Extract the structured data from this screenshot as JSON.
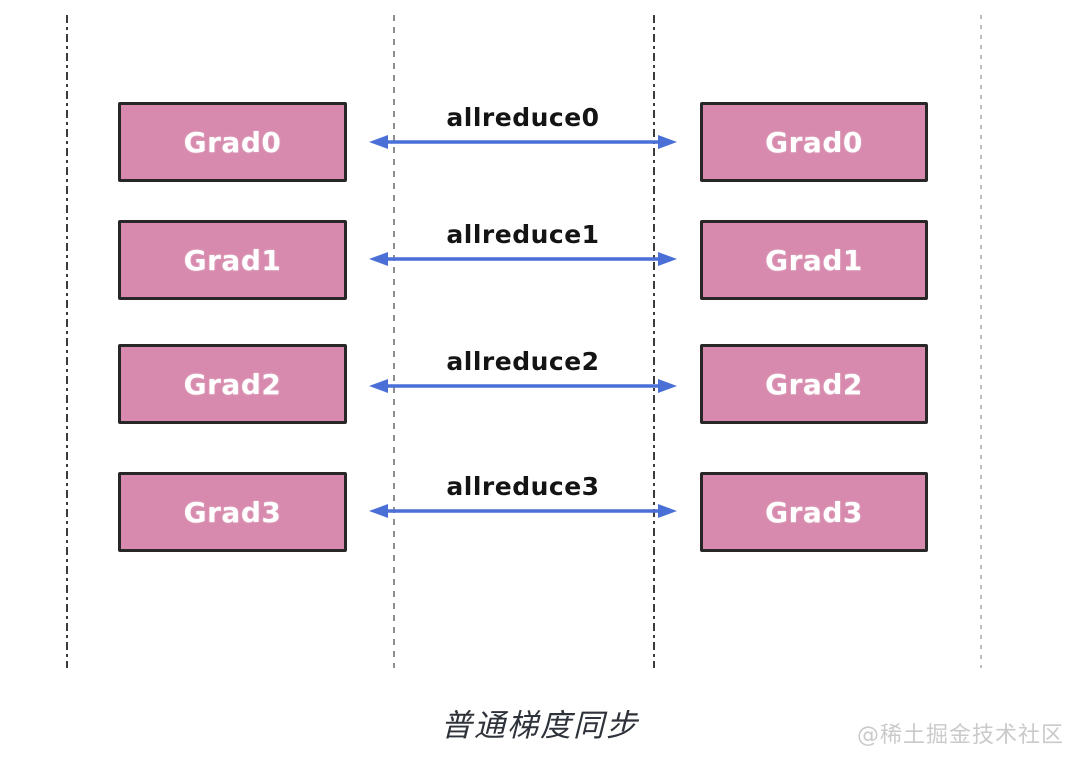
{
  "rows": [
    {
      "left": "Grad0",
      "right": "Grad0",
      "arrow": "allreduce0"
    },
    {
      "left": "Grad1",
      "right": "Grad1",
      "arrow": "allreduce1"
    },
    {
      "left": "Grad2",
      "right": "Grad2",
      "arrow": "allreduce2"
    },
    {
      "left": "Grad3",
      "right": "Grad3",
      "arrow": "allreduce3"
    }
  ],
  "caption": "普通梯度同步",
  "watermark": "@稀土掘金技术社区",
  "colors": {
    "box_fill": "#d78aad",
    "box_border": "#272727",
    "box_text": "#ffffff",
    "arrow": "#4a6fd6",
    "label": "#141414",
    "caption": "#2e323a",
    "watermark": "#cacaca",
    "line_dark": "#3b3b3b",
    "line_mid": "#8f8f8f",
    "line_light": "#bcbcbc"
  }
}
